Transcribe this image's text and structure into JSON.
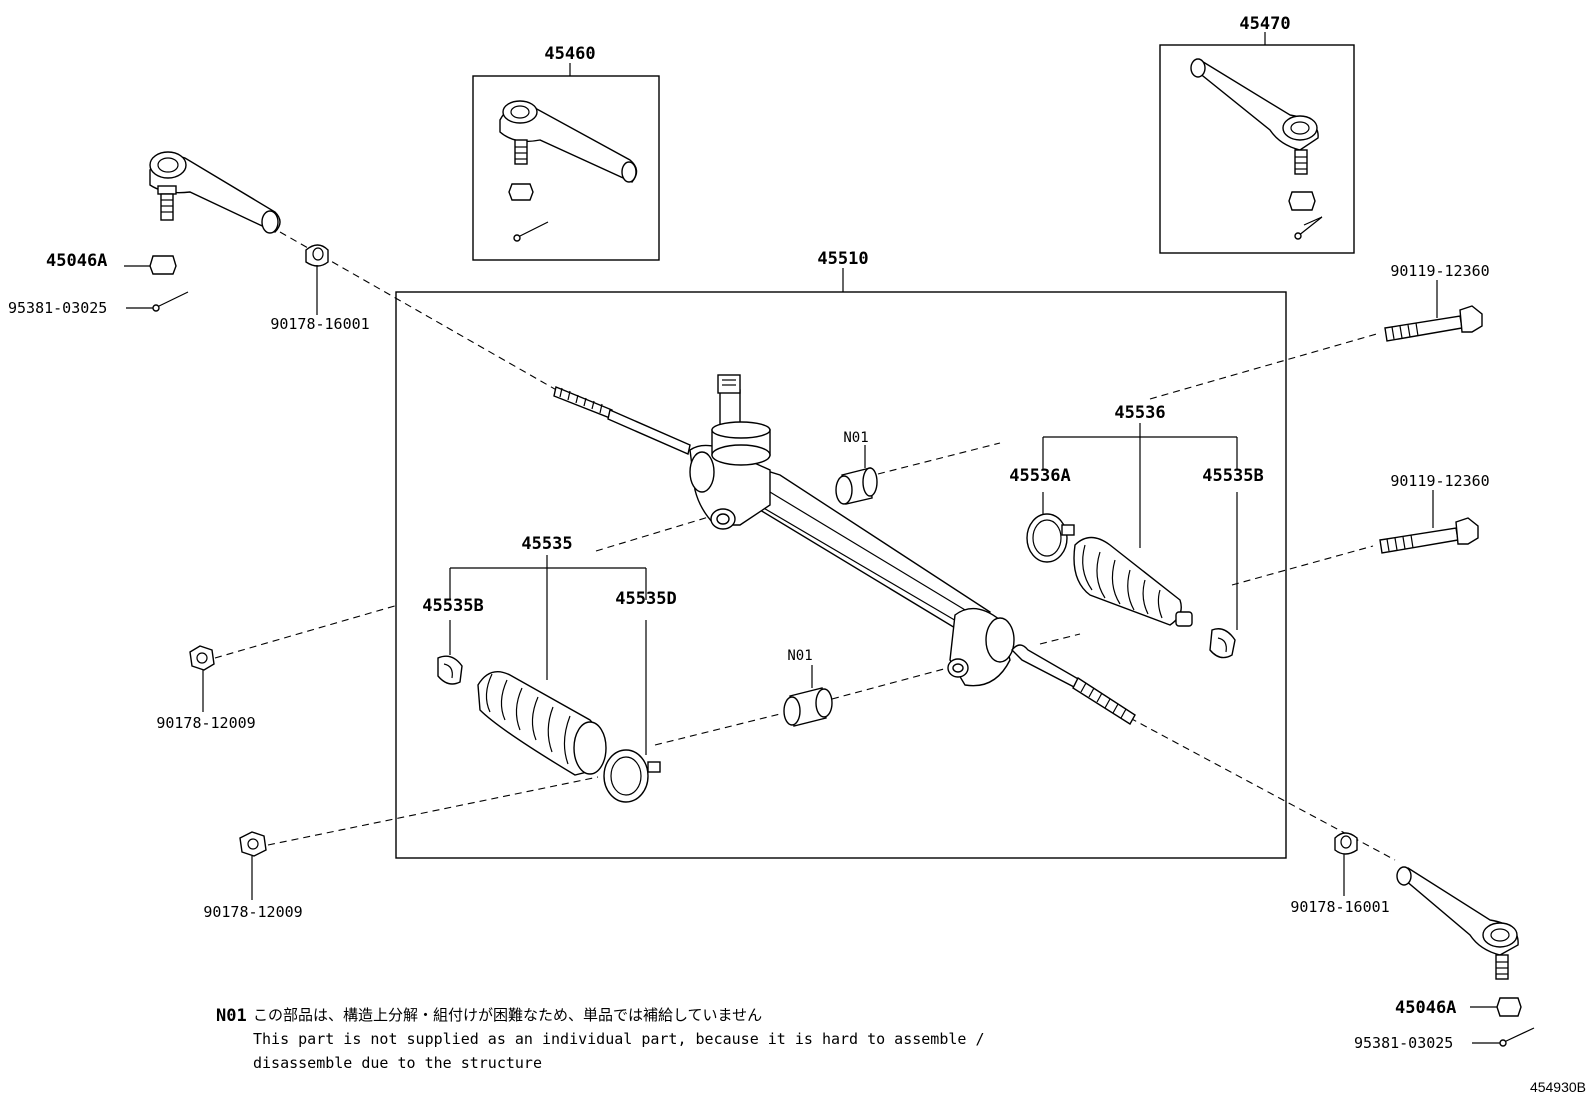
{
  "labels": {
    "rack_assembly": "45510",
    "tie_rod_end_box_left": "45460",
    "tie_rod_end_box_right": "45470",
    "nut_left": "45046A",
    "nut_right": "45046A",
    "cotter_pin_left": "95381-03025",
    "cotter_pin_right": "95381-03025",
    "lock_nut_left": "90178-16001",
    "lock_nut_right": "90178-16001",
    "bolt_upper": "90119-12360",
    "bolt_lower": "90119-12360",
    "nut_lower_1": "90178-12009",
    "nut_lower_2": "90178-12009",
    "boot_kit_right": "45536",
    "boot_clamp_right": "45536A",
    "boot_clip_right": "45535B",
    "boot_kit_left": "45535",
    "boot_clip_left": "45535B",
    "boot_clamp_left": "45535D",
    "n01_upper": "N01",
    "n01_lower": "N01"
  },
  "note": {
    "code": "N01",
    "japanese": "この部品は、構造上分解・組付けが困難なため、単品では補給していません",
    "english_line1": "This part is not supplied as an individual part, because it is hard to assemble /",
    "english_line2": "disassemble due to the structure"
  },
  "figure_ref": "454930B"
}
